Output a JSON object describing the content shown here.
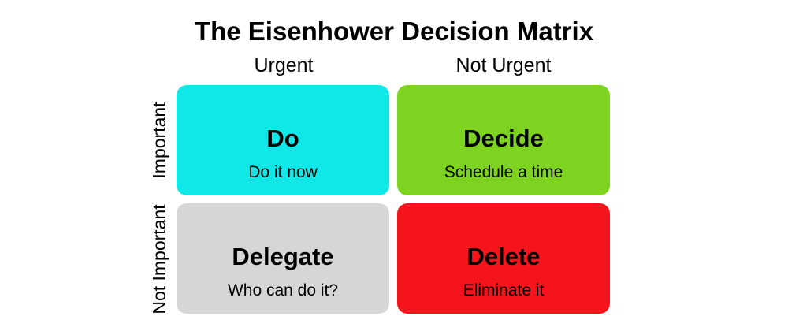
{
  "title": "The Eisenhower Decision Matrix",
  "columns": [
    "Urgent",
    "Not Urgent"
  ],
  "rows": [
    "Important",
    "Not Important"
  ],
  "quadrants": [
    {
      "title": "Do",
      "subtitle": "Do it now",
      "color": "#10E8E8"
    },
    {
      "title": "Decide",
      "subtitle": "Schedule a time",
      "color": "#7ED321"
    },
    {
      "title": "Delegate",
      "subtitle": "Who can do it?",
      "color": "#D6D6D6"
    },
    {
      "title": "Delete",
      "subtitle": "Eliminate it",
      "color": "#F5141B"
    }
  ]
}
